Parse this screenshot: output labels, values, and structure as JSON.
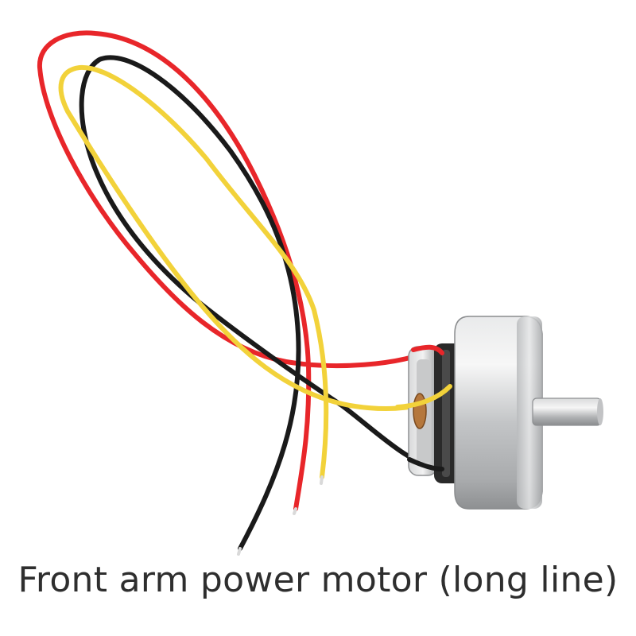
{
  "caption": "Front arm power motor (long line)",
  "colors": {
    "background": "#ffffff",
    "wire_red": "#e8262a",
    "wire_black": "#1a1a1a",
    "wire_yellow": "#f2d23a",
    "motor_silver": "#c9cbcd",
    "caption_text": "#2e2e2e"
  },
  "icons": [
    "brushless-motor-photo",
    "motor-shaft",
    "wire-red",
    "wire-black",
    "wire-yellow"
  ]
}
